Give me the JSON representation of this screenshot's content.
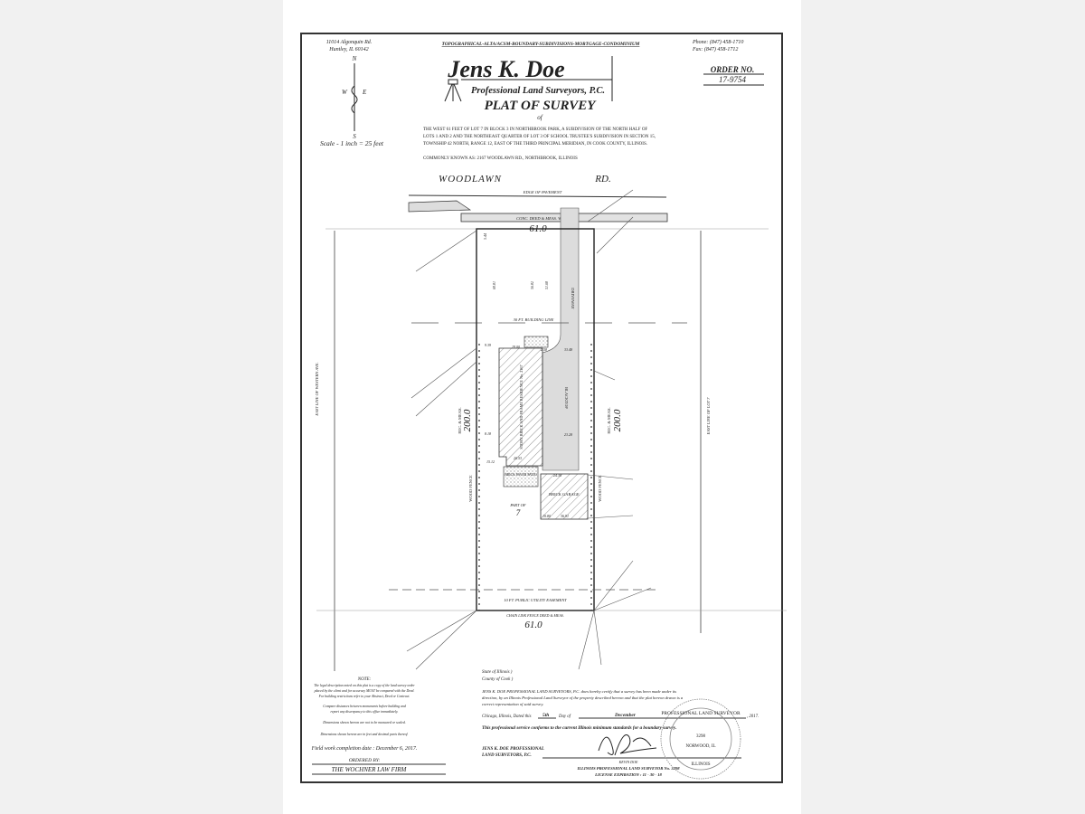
{
  "header": {
    "address_line1": "11014 Algonquin Rd.",
    "address_line2": "Huntley, IL 60142",
    "services": "TOPOGRAPHICAL-ALTA/ACSM-BOUNDARY-SUBDIVISIONS-MORTGAGE-CONDOMINIUM",
    "phone": "Phone: (847) 458-1710",
    "fax": "Fax: (847) 458-1712",
    "company_name": "Jens K. Doe",
    "company_sub": "Professional Land Surveyors, P.C.",
    "title": "PLAT OF SURVEY",
    "of": "of",
    "order_label": "ORDER NO.",
    "order_number": "17-9754"
  },
  "compass": {
    "n": "N",
    "s": "S",
    "w": "W",
    "e": "E",
    "scale": "Scale - 1 inch = 25 feet"
  },
  "legal_description": [
    "THE WEST 61 FEET OF LOT 7 IN BLOCK 3 IN NORTHBROOK PARK, A SUBDIVISION OF THE NORTH HALF OF",
    "LOTS 1 AND 2 AND THE NORTHEAST QUARTER OF LOT 3 OF SCHOOL TRUSTEE'S SUBDIVISION IN SECTION 15,",
    "TOWNSHIP 42 NORTH, RANGE 12, EAST OF THE THIRD PRINCIPAL MERIDIAN, IN COOK COUNTY, ILLINOIS."
  ],
  "commonly_known": "COMMONLY KNOWN AS: 2167 WOODLAWN RD., NORTHBROOK, ILLINOIS",
  "plat": {
    "street": "WOODLAWN",
    "street_suffix": "RD.",
    "edge_of_pavement": "EDGE    OF    PAVEMENT",
    "sidewalk": "CONC.    DEED & MEAS.    WALK",
    "top_dim": "61.0",
    "bottom_dim": "61.0",
    "left_dim": "200.0",
    "right_dim": "200.0",
    "rec_meas": "REC. & MEAS.",
    "left_line": "EAST LINE OF WESTERN AVE.",
    "right_line": "EAST LINE OF LOT 7",
    "driveway": "DRIVEWAY",
    "blacktop": "BLACKTOP",
    "building_line": "30 FT.            BUILDING            LINE",
    "house": "STORY BRICK AND FRAME RESIDENCE No. 2167",
    "garage": "BRICK GARAGE",
    "patio": "BRICK PAVER PATIO",
    "lot_label": "PART OF",
    "lot_number": "7",
    "easement": "10 FT. PUBLIC UTILITY EASEMENT",
    "chain_fence": "CHAIN LINK FENCE DEED & MEAS.",
    "wood_fence": "WOOD FENCE",
    "dims": [
      "5.44",
      "60.81",
      "56.82",
      "51.68",
      "9.39",
      "19.00",
      "2.58",
      "33.48",
      "8.18",
      "23.28",
      "20.53",
      "15.12",
      "24.30",
      "36.91",
      "10.80"
    ]
  },
  "notes": {
    "title": "NOTE:",
    "lines": [
      "The legal description noted on this plat is a copy of the land survey order",
      "placed by the client and for accuracy MUST be compared with the Deed.",
      "For building restrictions refer to your Abstract, Deed or Contract.",
      "Compare distances between monuments before building and",
      "report any discrepancy to this office immediately.",
      "Dimensions shown hereon are not to be measured or scaled.",
      "Dimensions shown hereon are in feet and decimal parts thereof."
    ],
    "field_work": "Field work completion date : December 6, 2017.",
    "ordered_by_label": "ORDERED BY:",
    "ordered_by": "THE WOCHNER LAW FIRM"
  },
  "certification": {
    "state": "State of Illinois )",
    "county": "County of Cook )",
    "text": [
      "JENS K. DOE PROFESSIONAL LAND SURVEYORS, P.C. does hereby certify that a survey has been made under its",
      "direction, by an Illinois Professional Land Surveyor of the property described hereon and that the plat hereon drawn is a",
      "correct representation of said survey."
    ],
    "dated_prefix": "Chicago, Illinois, Dated this",
    "day": "5th",
    "day_of": "Day of",
    "month": "December",
    "year": ", 2017.",
    "conforms": "This professional service conforms to the current Illinois minimum standards for a boundary survey.",
    "firm_line1": "JENS K. DOE PROFESSIONAL",
    "firm_line2": "LAND SURVEYORS, P.C.",
    "signer": "KEVIN DOE",
    "license": "ILLINOIS PROFESSIONAL LAND SURVEYOR No. 3298",
    "expiration": "LICENSE EXPIRATION : 11 - 30 - 18"
  },
  "seal": {
    "top": "PROFESSIONAL LAND SURVEYOR",
    "number": "3298",
    "city": "NORWOOD, IL",
    "state": "ILLINOIS"
  }
}
